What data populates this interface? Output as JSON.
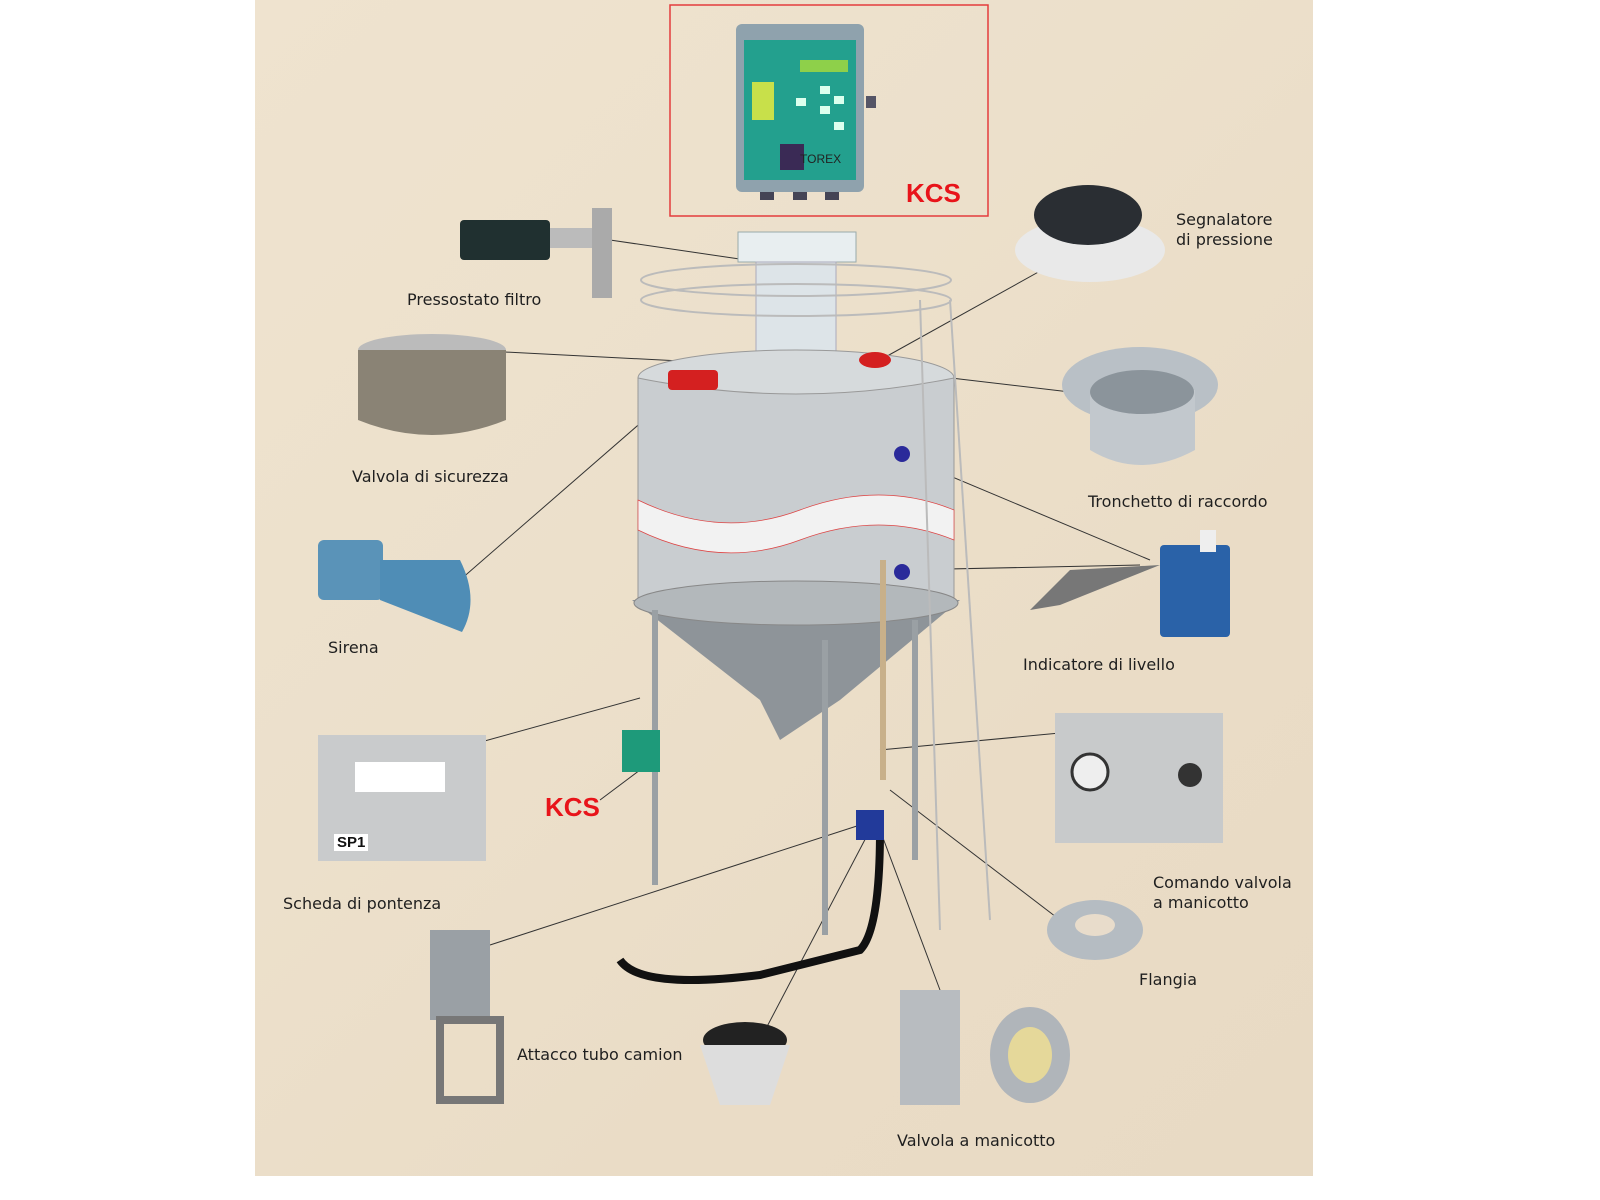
{
  "labels": {
    "pressostato": "Pressostato filtro",
    "segnalatore_1": "Segnalatore",
    "segnalatore_2": "di pressione",
    "valvola_sicurezza": "Valvola di sicurezza",
    "tronchetto": "Tronchetto di raccordo",
    "sirena": "Sirena",
    "indicatore": "Indicatore di livello",
    "comando_1": "Comando valvola",
    "comando_2": "a manicotto",
    "scheda": "Scheda di pontenza",
    "flangia": "Flangia",
    "attacco": "Attacco tubo camion",
    "valvola_manicotto": "Valvola a manicotto"
  },
  "kcs_top": "KCS",
  "kcs_side": "KCS",
  "controller_brand": "TOREX",
  "sp1_label": "SP1",
  "colors": {
    "accent_red": "#e8141a",
    "panel_teal": "#1e9a8a",
    "background": "#ece0cb"
  }
}
